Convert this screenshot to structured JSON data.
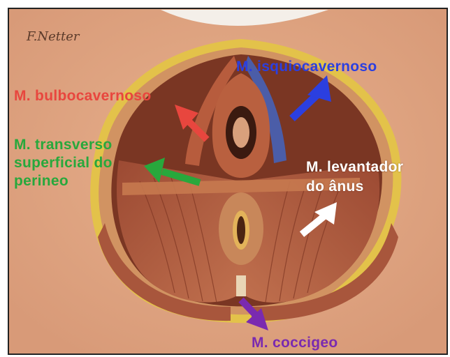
{
  "labels": {
    "isquiocavernoso": "M. isquiocavernoso",
    "bulbocavernoso": "M. bulbocavernoso",
    "transverso_line1": "M. transverso",
    "transverso_line2": "superficial do",
    "transverso_line3": "perineo",
    "levantador_line1": "M. levantador",
    "levantador_line2": "do ânus",
    "coccigeo": "M. coccigeo"
  },
  "colors": {
    "red_label": "#e8463e",
    "blue_label": "#2b3fe0",
    "green_label": "#28a83c",
    "white_label": "#ffffff",
    "purple_label": "#7a2ab0"
  }
}
